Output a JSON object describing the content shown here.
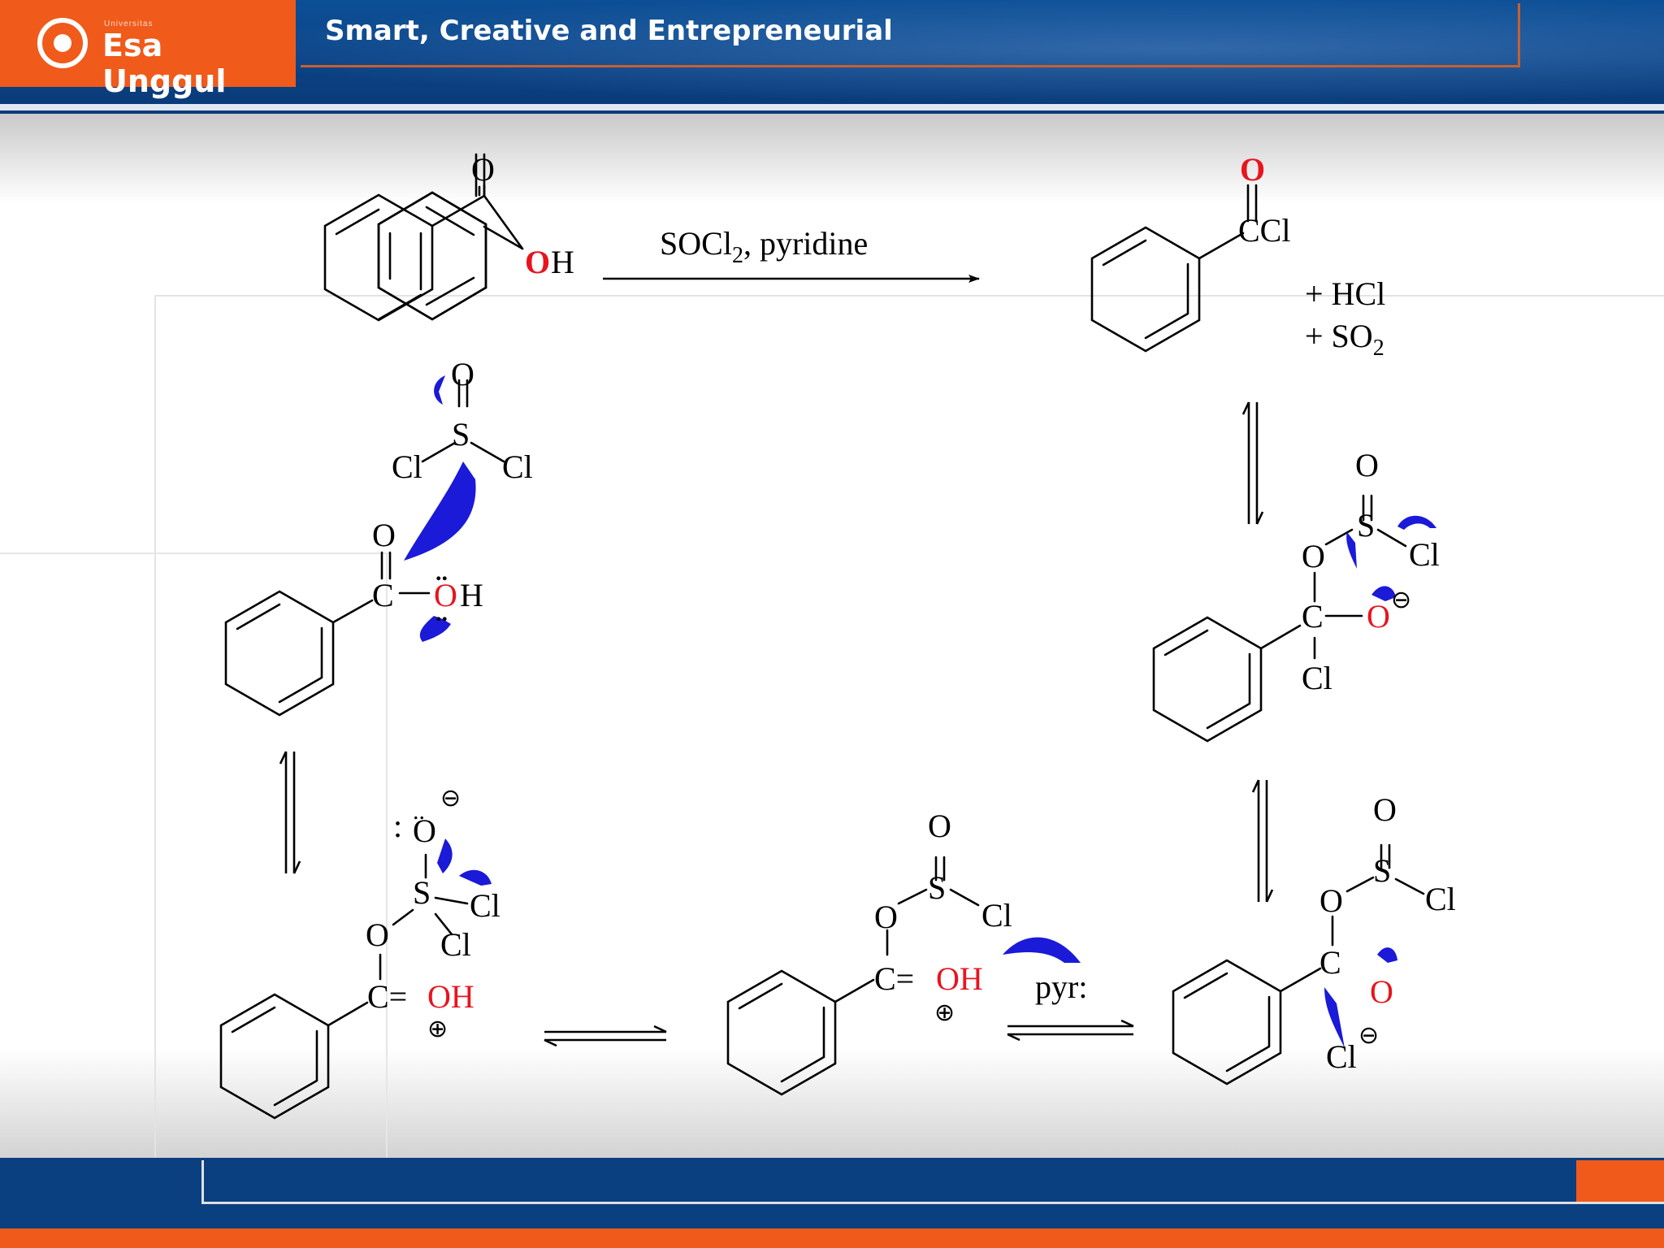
{
  "header": {
    "logo_small": "Universitas",
    "logo": "Esa Unggul",
    "tagline": "Smart, Creative and Entrepreneurial"
  },
  "colors": {
    "header_blue": "#0a3f80",
    "accent_orange": "#f05a1a",
    "highlight_red": "#e8141e",
    "arrow_blue": "#1a1ad8"
  },
  "scheme": {
    "reagent_main": "SOCl",
    "reagent_sub": "2",
    "reagent_rest": ", pyridine",
    "plus_hcl": "+  HCl",
    "plus_so2_main": "+  SO",
    "plus_so2_sub": "2",
    "base": "pyr:",
    "atoms": {
      "O": "O",
      "H": "H",
      "C": "C",
      "S": "S",
      "Cl": "Cl",
      "CCl": "CCl",
      "OH": "OH",
      "C_eq": "C=",
      "lone_pair": "..",
      "colon": ":"
    },
    "charges": {
      "minus": "⊖",
      "plus": "⊕"
    }
  }
}
